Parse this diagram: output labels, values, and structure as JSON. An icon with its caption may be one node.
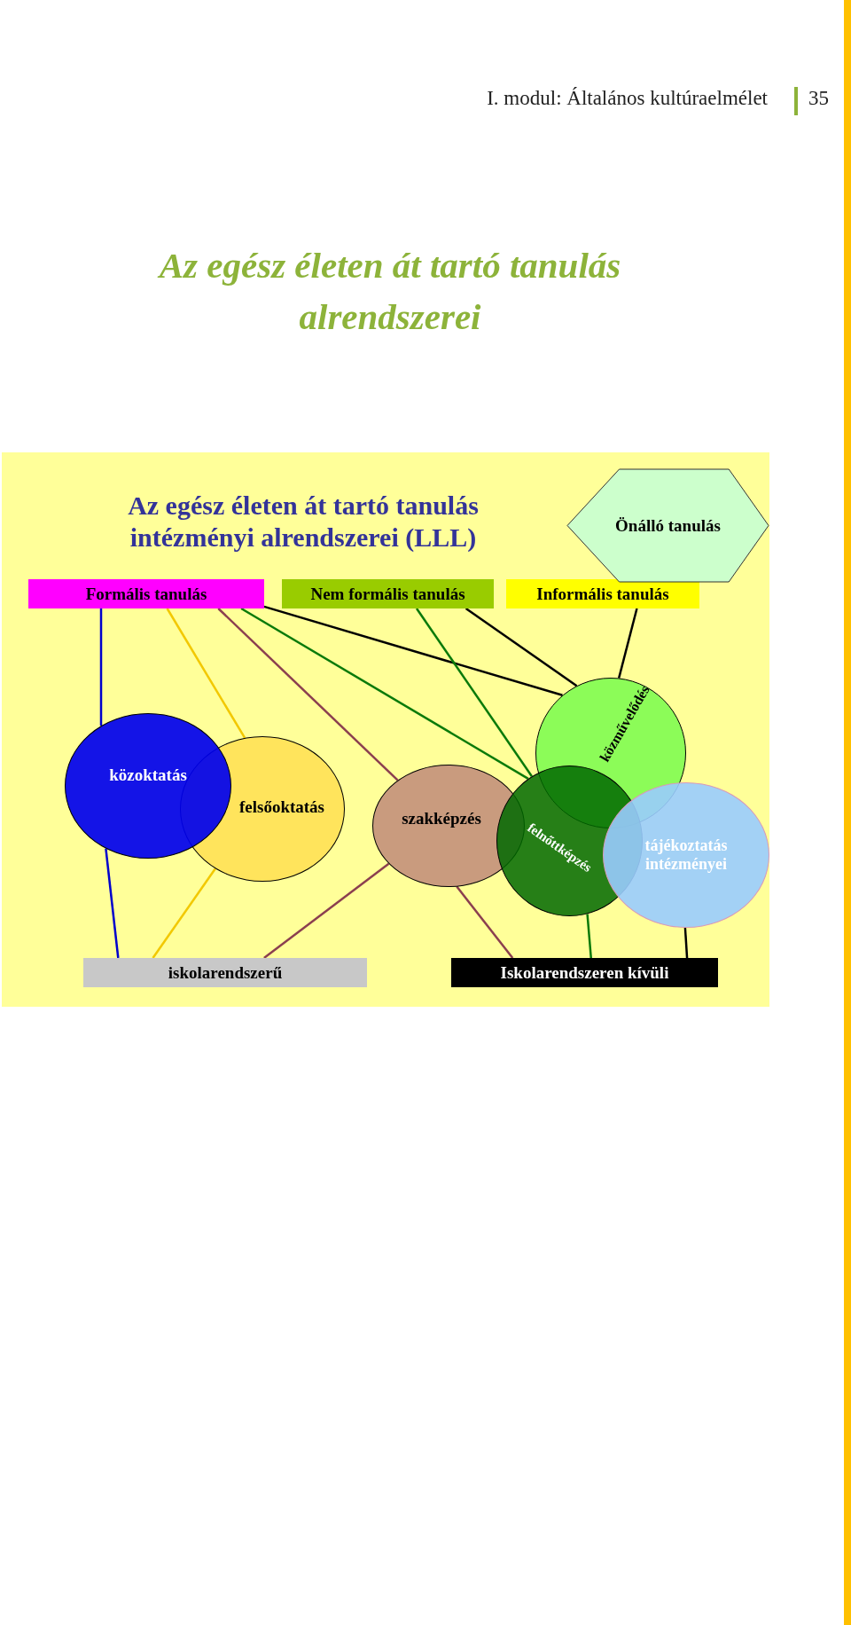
{
  "diagram": {
    "title": "Az egész életen át tartó tanulás alrendszerei",
    "nodes": [
      {
        "text": [
          "Formális tanulás"
        ]
      },
      {
        "text": [
          "Nem formális tanulás"
        ]
      },
      {
        "text": [
          "Informális tanulás"
        ]
      },
      {
        "text": [
          "Önálló tanulás"
        ]
      },
      {
        "text": [
          "közoktatás"
        ]
      },
      {
        "text": [
          "felsőoktatás"
        ]
      },
      {
        "text": [
          "szakképzés"
        ]
      },
      {
        "text": [
          "közművelődés"
        ]
      },
      {
        "text": [
          "felnőttképzés"
        ]
      },
      {
        "text": [
          "tájékoztatás intézményei"
        ]
      },
      {
        "text": [
          "iskolarendszerű"
        ]
      },
      {
        "text": [
          "Iskolarendszeren kívüli"
        ]
      }
    ],
    "edges": [
      {
        "from": 0,
        "to": 4,
        "arrow": "none",
        "color": "#0000cc"
      },
      {
        "from": 0,
        "to": 5,
        "arrow": "none",
        "color": "#f2c800"
      },
      {
        "from": 5,
        "to": 10,
        "arrow": "none",
        "color": "#f2c800"
      },
      {
        "from": 0,
        "to": 6,
        "arrow": "none",
        "color": "#8b3f4f"
      },
      {
        "from": 0,
        "to": 8,
        "arrow": "none",
        "color": "#0a7a0a"
      },
      {
        "from": 0,
        "to": 7,
        "arrow": "none"
      },
      {
        "from": 1,
        "to": 8,
        "arrow": "none",
        "color": "#0a7a0a"
      },
      {
        "from": 1,
        "to": 7,
        "arrow": "none"
      },
      {
        "from": 2,
        "to": 7,
        "arrow": "none"
      },
      {
        "from": 4,
        "to": 10,
        "arrow": "none",
        "color": "#0000cc"
      },
      {
        "from": 6,
        "to": 10,
        "arrow": "none",
        "color": "#8b3f4f"
      },
      {
        "from": 6,
        "to": 11,
        "arrow": "none",
        "color": "#8b3f4f"
      },
      {
        "from": 8,
        "to": 11,
        "arrow": "none",
        "color": "#0a7a0a"
      },
      {
        "from": 9,
        "to": 11,
        "arrow": "none"
      }
    ],
    "labels": [
      "I. modul: Általános kultúraelmélet",
      "35",
      "Az egész életen át tartó tanulás intézményi alrendszerei (LLL)"
    ]
  }
}
